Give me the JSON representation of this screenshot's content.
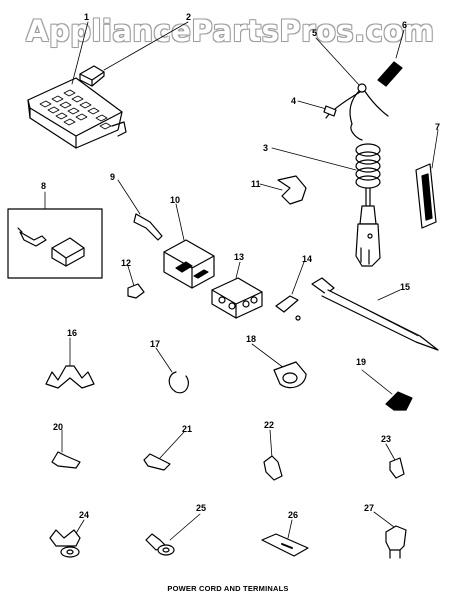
{
  "watermark": "AppliancePartsPros.com",
  "caption": "POWER CORD AND TERMINALS",
  "part_numbers": [
    "1",
    "2",
    "3",
    "4",
    "5",
    "6",
    "7",
    "8",
    "9",
    "10",
    "11",
    "12",
    "13",
    "14",
    "15",
    "16",
    "17",
    "18",
    "19",
    "20",
    "21",
    "22",
    "23",
    "24",
    "25",
    "26",
    "27"
  ],
  "colors": {
    "line": "#000000",
    "background": "#ffffff",
    "watermark_outline": "#9a9a9a"
  }
}
